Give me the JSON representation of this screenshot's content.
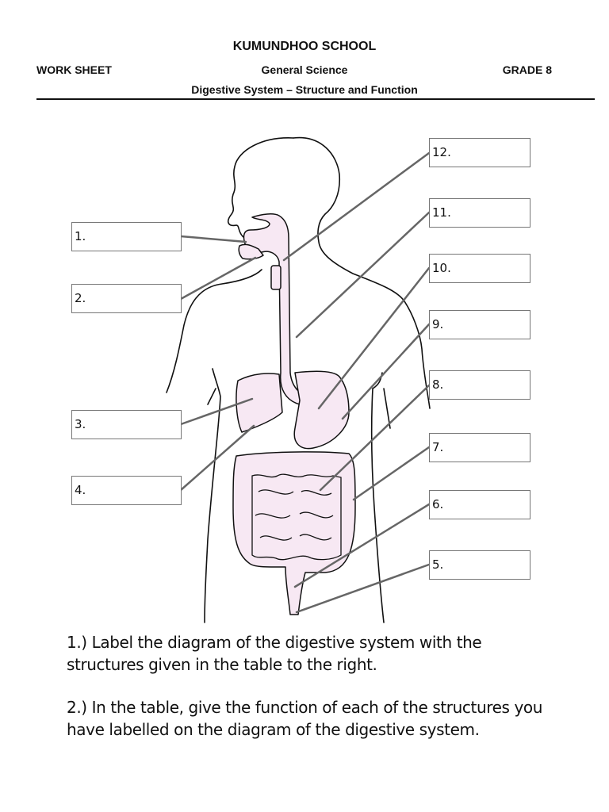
{
  "header": {
    "school": "KUMUNDHOO SCHOOL",
    "left": "WORK SHEET",
    "subject": "General Science",
    "grade": "GRADE 8",
    "topic": "Digestive System – Structure and Function"
  },
  "diagram": {
    "title": "digestive system diagram",
    "fill_color": "#f7e8f3",
    "arrow_color": "#666666",
    "label_boxes": [
      {
        "label": "1."
      },
      {
        "label": "2."
      },
      {
        "label": "3."
      },
      {
        "label": "4."
      },
      {
        "label": "5."
      },
      {
        "label": "6."
      },
      {
        "label": "7."
      },
      {
        "label": "8."
      },
      {
        "label": "9."
      },
      {
        "label": "10."
      },
      {
        "label": "11."
      },
      {
        "label": "12."
      }
    ]
  },
  "instructions": {
    "q1": "1.) Label the diagram of the digestive system with the structures given in the table to the right.",
    "q2": "2.) In the table, give the function of each of the structures you have labelled on the diagram of the digestive system."
  }
}
